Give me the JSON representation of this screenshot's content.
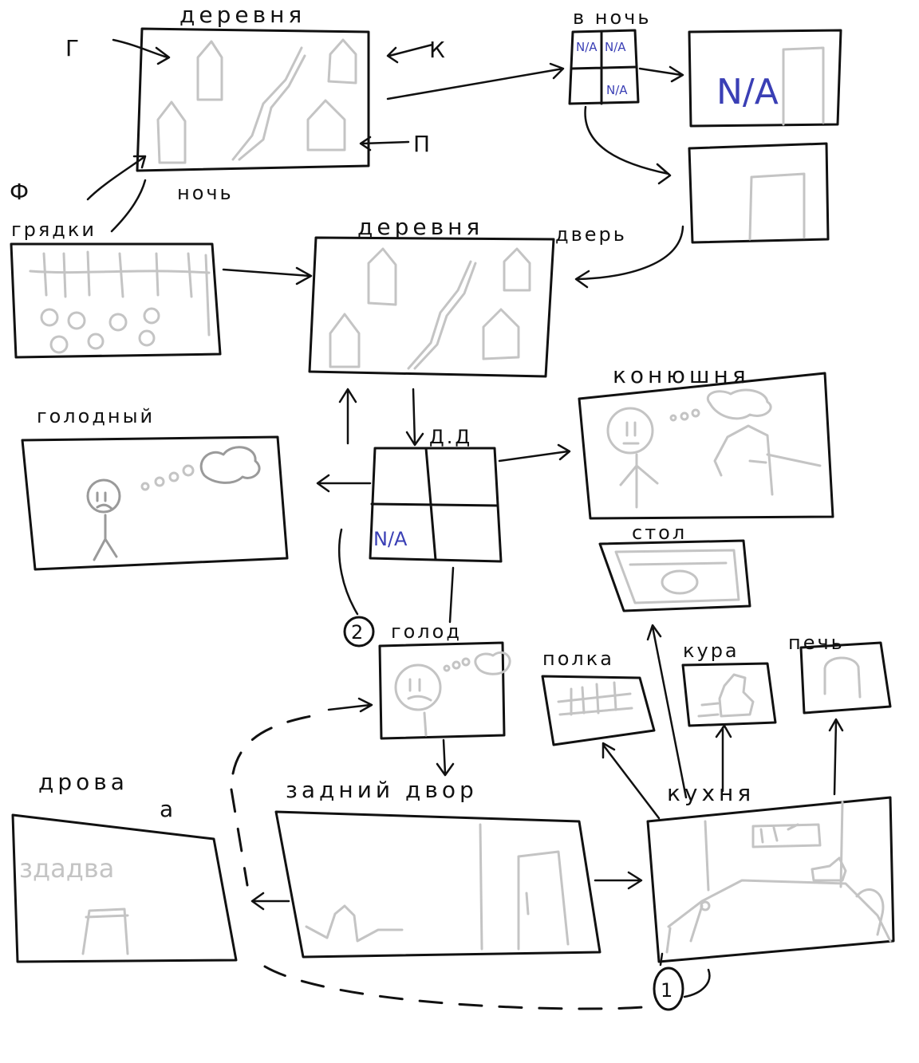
{
  "scenes": {
    "village_top": "деревня",
    "night_top": "ночь",
    "night_window": "в ночь",
    "beds": "грядки",
    "village_door": "деревня",
    "village_door_suffix": "дверь",
    "hungry": "голодный",
    "stable": "конюшня",
    "table": "стол",
    "house_da": "Д.Д",
    "hunger2": "голод",
    "shelf": "полка",
    "hen": "кура",
    "oven": "печь",
    "yard": "задний двор",
    "kitchen": "кухня",
    "fields": "дрова",
    "fields_suffix": "a"
  },
  "letters": {
    "g": "Г",
    "k": "К",
    "p": "П",
    "f": "Ф"
  },
  "badges": {
    "one": "1",
    "two": "2"
  },
  "na_text": "N/A",
  "sketch_text": {
    "firewood": "здадва"
  },
  "colors": {
    "ink": "#111111",
    "sketch": "#c4c4c4",
    "na": "#3a3fb5"
  }
}
